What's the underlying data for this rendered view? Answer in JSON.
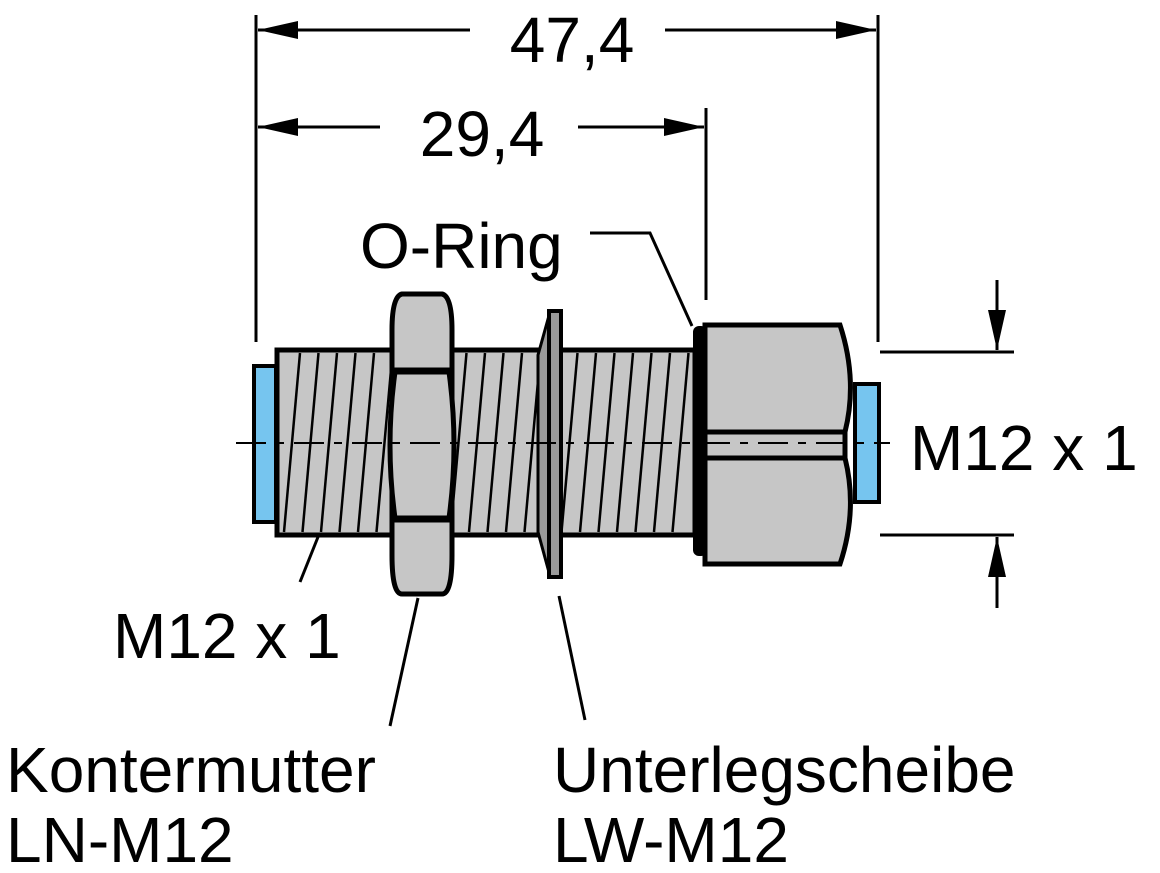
{
  "dimensions": {
    "overall_length": "47,4",
    "thread_length": "29,4"
  },
  "labels": {
    "o_ring": "O-Ring",
    "thread_left": "M12 x 1",
    "thread_right": "M12 x 1",
    "lock_nut_name": "Kontermutter",
    "lock_nut_code": "LN-M12",
    "washer_name": "Unterlegscheibe",
    "washer_code": "LW-M12"
  },
  "colors": {
    "metal": "#c6c6c6",
    "cap": "#76c5ef",
    "line": "#000000"
  }
}
